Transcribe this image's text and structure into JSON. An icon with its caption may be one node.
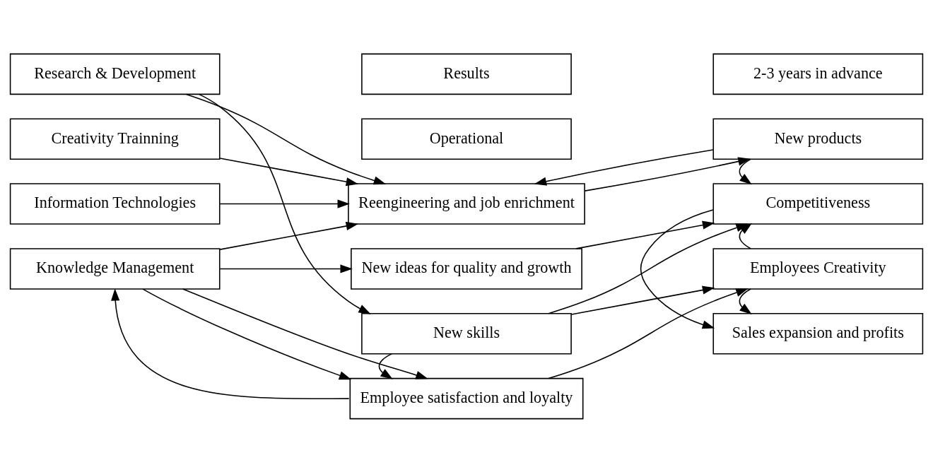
{
  "diagram": {
    "nodes": [
      {
        "text": [
          "Research & Development"
        ]
      },
      {
        "text": [
          "Creativity Trainning"
        ]
      },
      {
        "text": [
          "Information Technologies"
        ]
      },
      {
        "text": [
          "Knowledge Management"
        ]
      },
      {
        "text": [
          "Results"
        ]
      },
      {
        "text": [
          "Operational"
        ]
      },
      {
        "text": [
          "2-3 years in advance"
        ]
      },
      {
        "text": [
          "Reengineering and job enrichment"
        ]
      },
      {
        "text": [
          "New ideas for quality and growth"
        ]
      },
      {
        "text": [
          "New skills"
        ]
      },
      {
        "text": [
          "Employee satisfaction and loyalty"
        ]
      },
      {
        "text": [
          "New products"
        ]
      },
      {
        "text": [
          "Competitiveness"
        ]
      },
      {
        "text": [
          "Employees Creativity"
        ]
      },
      {
        "text": [
          "Sales expansion and profits"
        ]
      }
    ],
    "edges": [
      {
        "from": 0,
        "to": 7,
        "arrow": "to"
      },
      {
        "from": 0,
        "to": 9,
        "arrow": "to"
      },
      {
        "from": 1,
        "to": 7,
        "arrow": "to"
      },
      {
        "from": 2,
        "to": 7,
        "arrow": "to"
      },
      {
        "from": 3,
        "to": 7,
        "arrow": "to"
      },
      {
        "from": 3,
        "to": 8,
        "arrow": "to"
      },
      {
        "from": 3,
        "to": 10,
        "arrow": "to"
      },
      {
        "from": 3,
        "to": 10,
        "arrow": "to"
      },
      {
        "from": 10,
        "to": 3,
        "arrow": "to"
      },
      {
        "from": 7,
        "to": 11,
        "arrow": "to"
      },
      {
        "from": 11,
        "to": 7,
        "arrow": "to"
      },
      {
        "from": 11,
        "to": 12,
        "arrow": "to"
      },
      {
        "from": 8,
        "to": 12,
        "arrow": "to"
      },
      {
        "from": 9,
        "to": 12,
        "arrow": "to"
      },
      {
        "from": 13,
        "to": 12,
        "arrow": "to"
      },
      {
        "from": 9,
        "to": 13,
        "arrow": "to"
      },
      {
        "from": 9,
        "to": 10,
        "arrow": "to"
      },
      {
        "from": 10,
        "to": 13,
        "arrow": "to"
      },
      {
        "from": 13,
        "to": 14,
        "arrow": "to"
      },
      {
        "from": 12,
        "to": 14,
        "arrow": "to"
      }
    ]
  }
}
